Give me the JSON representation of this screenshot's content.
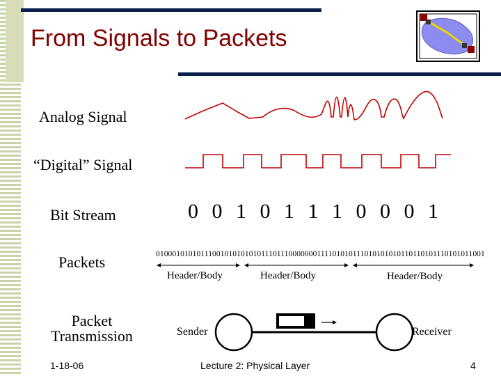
{
  "slide": {
    "title": "From Signals to Packets",
    "labels": {
      "analog": "Analog Signal",
      "digital": "“Digital” Signal",
      "bitstream": "Bit Stream",
      "packets": "Packets",
      "transmission_line1": "Packet",
      "transmission_line2": "Transmission"
    },
    "bits": "0 0 1 0 1 1 1 0 0 0 1",
    "packet_stream": "0100010101011100101010101011101110000000111101010111010101010110110101110101011001",
    "header_body": [
      "Header/Body",
      "Header/Body",
      "Header/Body"
    ],
    "sender": "Sender",
    "receiver": "Receiver",
    "footer": {
      "date": "1-18-06",
      "lecture": "Lecture 2: Physical Layer",
      "page": "4"
    }
  },
  "colors": {
    "title": "#800000",
    "signal": "#C00000",
    "header_bars": "#0B1F4D",
    "side_stripes": "#C8D4A8"
  },
  "icons": [
    "network-logo-icon",
    "arrow-icon",
    "packet-icon"
  ]
}
